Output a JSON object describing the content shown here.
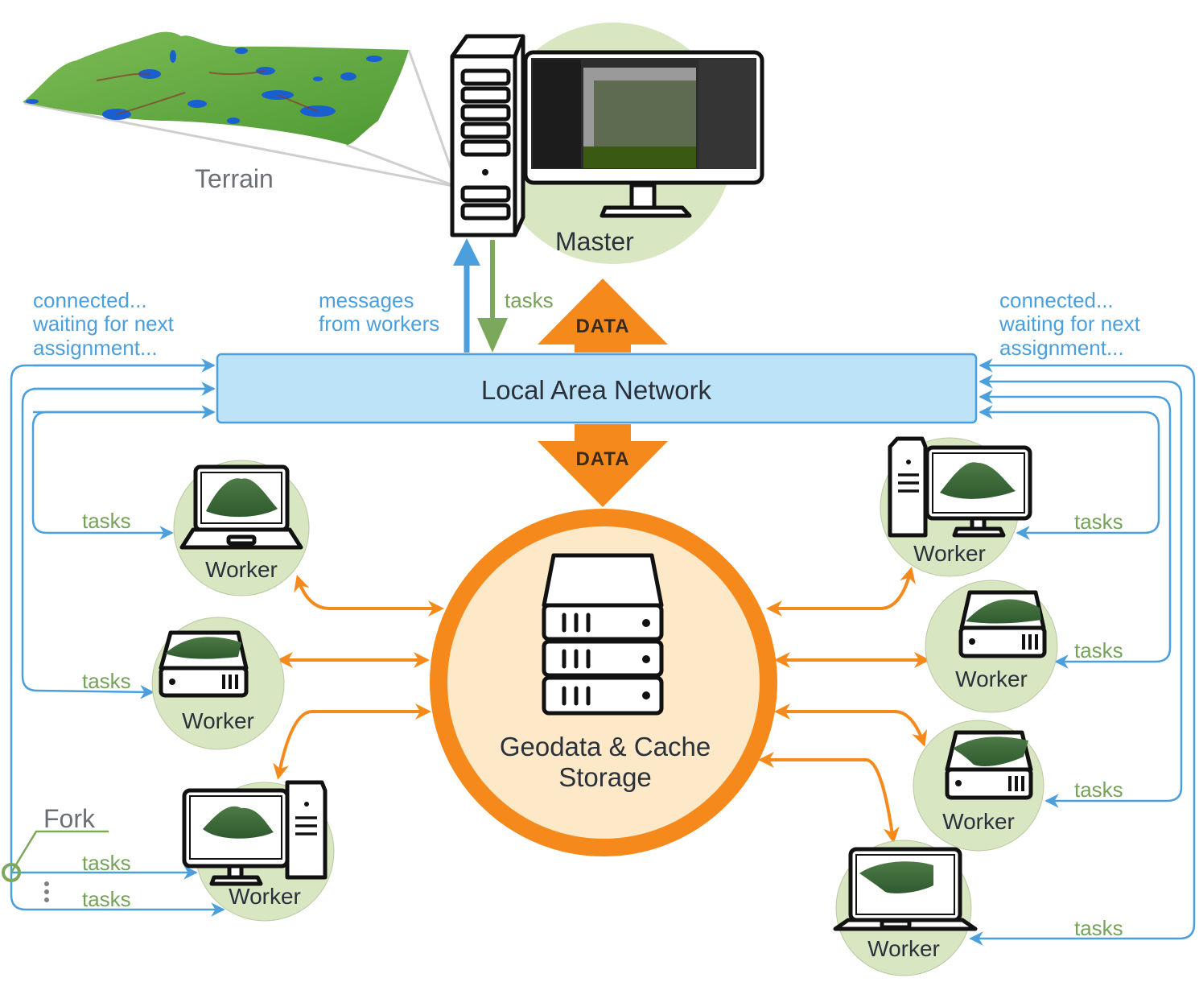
{
  "colors": {
    "lan_fill": "#bde3f8",
    "lan_stroke": "#4a9fdc",
    "blue_arrow": "#4a9fdc",
    "green_arrow": "#7ca85b",
    "orange": "#f5891c",
    "storage_fill": "#fde9c7",
    "node_circle": "#d8e6c2",
    "terrain_green": "#5aa83c",
    "terrain_water": "#1a5fd0"
  },
  "terrain": {
    "label": "Terrain"
  },
  "master": {
    "label": "Master"
  },
  "labels": {
    "left_status": [
      "connected...",
      "waiting for next",
      "assignment..."
    ],
    "right_status": [
      "connected...",
      "waiting for next",
      "assignment..."
    ],
    "messages": [
      "messages",
      "from workers"
    ],
    "tasks_master": "tasks",
    "data_up": "DATA",
    "data_down": "DATA"
  },
  "lan": {
    "label": "Local Area Network"
  },
  "storage": {
    "label_line1": "Geodata & Cache",
    "label_line2": "Storage"
  },
  "fork": {
    "label": "Fork"
  },
  "workers": [
    {
      "id": "w-left-1",
      "type": "laptop",
      "label": "Worker",
      "task_label": "tasks"
    },
    {
      "id": "w-left-2",
      "type": "server",
      "label": "Worker",
      "task_label": "tasks"
    },
    {
      "id": "w-left-3",
      "type": "desktop",
      "label": "Worker",
      "task_label": "tasks",
      "extra_task_label": "tasks"
    },
    {
      "id": "w-right-1",
      "type": "desktop",
      "label": "Worker",
      "task_label": "tasks"
    },
    {
      "id": "w-right-2",
      "type": "server",
      "label": "Worker",
      "task_label": "tasks"
    },
    {
      "id": "w-right-3",
      "type": "server",
      "label": "Worker",
      "task_label": "tasks"
    },
    {
      "id": "w-right-4",
      "type": "laptop",
      "label": "Worker",
      "task_label": "tasks"
    }
  ]
}
